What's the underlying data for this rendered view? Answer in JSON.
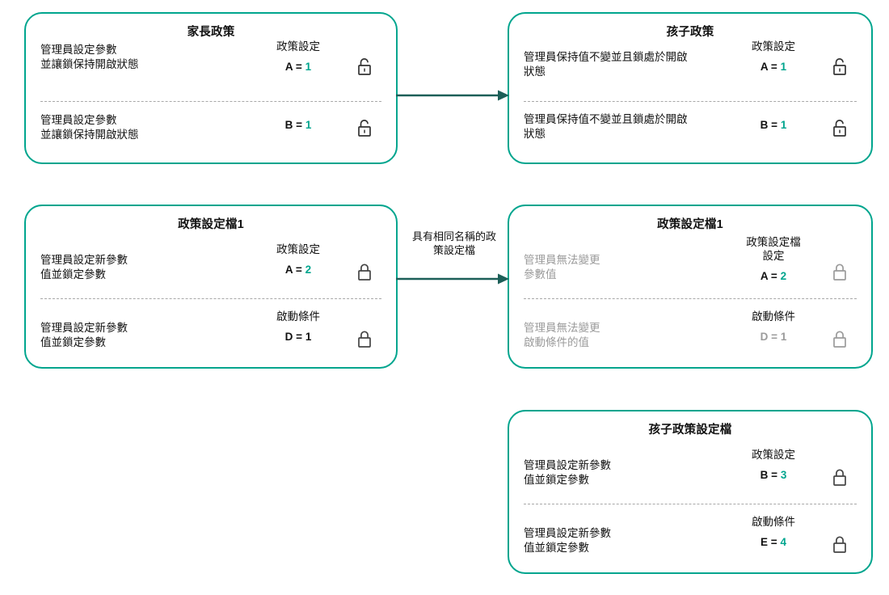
{
  "theme": {
    "card_border": "#00a58e",
    "accent_value": "#00a58e",
    "arrow": "#1c5f58",
    "muted_text": "#9b9b9b",
    "text": "#111111",
    "divider": "#a8a8a8"
  },
  "cards": [
    {
      "id": "parent-policy",
      "title": "家長政策",
      "rows": [
        {
          "description": "管理員設定參數\n並讓鎖保持開啟狀態",
          "group_label": "政策設定",
          "value_key": "A",
          "value_sep": " = ",
          "value_num": "1",
          "num_accent": false,
          "muted": false,
          "lock_icon": "unlocked-padlock-icon",
          "lock_state": "unlocked"
        },
        {
          "description": "管理員設定參數\n並讓鎖保持開啟狀態",
          "group_label": "",
          "value_key": "B",
          "value_sep": " = ",
          "value_num": "1",
          "num_accent": true,
          "muted": false,
          "lock_icon": "unlocked-padlock-icon",
          "lock_state": "unlocked"
        }
      ]
    },
    {
      "id": "child-policy",
      "title": "孩子政策",
      "rows": [
        {
          "description": "管理員保持值不變並且鎖處於開啟\n狀態",
          "group_label": "政策設定",
          "value_key": "A",
          "value_sep": " = ",
          "value_num": "1",
          "num_accent": false,
          "muted": false,
          "lock_icon": "unlocked-padlock-icon",
          "lock_state": "unlocked"
        },
        {
          "description": "管理員保持值不變並且鎖處於開啟\n狀態",
          "group_label": "",
          "value_key": "B",
          "value_sep": " = ",
          "value_num": "1",
          "num_accent": true,
          "muted": false,
          "lock_icon": "unlocked-padlock-icon",
          "lock_state": "unlocked"
        }
      ]
    },
    {
      "id": "policy-profile-1-left",
      "title": "政策設定檔1",
      "rows": [
        {
          "description": "管理員設定新參數\n值並鎖定參數",
          "group_label": "政策設定",
          "value_key": "A",
          "value_sep": " = ",
          "value_num": "2",
          "num_accent": true,
          "muted": false,
          "lock_icon": "locked-padlock-icon",
          "lock_state": "locked"
        },
        {
          "description": "管理員設定新參數\n值並鎖定參數",
          "group_label": "啟動條件",
          "value_key": "D",
          "value_sep": " = ",
          "value_num": "1",
          "num_accent": false,
          "muted": false,
          "lock_icon": "locked-padlock-icon",
          "lock_state": "locked"
        }
      ]
    },
    {
      "id": "policy-profile-1-right",
      "title": "政策設定檔1",
      "rows": [
        {
          "description": "管理員無法變更\n參數值",
          "group_label": "政策設定檔\n設定",
          "value_key": "A",
          "value_sep": " = ",
          "value_num": "2",
          "num_accent": true,
          "muted": false,
          "lock_icon": "locked-padlock-icon",
          "lock_state": "locked"
        },
        {
          "description": "管理員無法變更\n啟動條件的值",
          "group_label": "啟動條件",
          "value_key": "D",
          "value_sep": " = ",
          "value_num": "1",
          "num_accent": false,
          "muted": true,
          "lock_icon": "locked-padlock-icon",
          "lock_state": "locked"
        }
      ]
    },
    {
      "id": "child-policy-profile",
      "title": "孩子政策設定檔",
      "rows": [
        {
          "description": "管理員設定新參數\n值並鎖定參數",
          "group_label": "政策設定",
          "value_key": "B",
          "value_sep": " = ",
          "value_num": "3",
          "num_accent": true,
          "muted": false,
          "lock_icon": "locked-padlock-icon",
          "lock_state": "locked"
        },
        {
          "description": "管理員設定新參數\n值並鎖定參數",
          "group_label": "啟動條件",
          "value_key": "E",
          "value_sep": " = ",
          "value_num": "4",
          "num_accent": true,
          "muted": false,
          "lock_icon": "locked-padlock-icon",
          "lock_state": "locked"
        }
      ]
    }
  ],
  "connectors": [
    {
      "id": "arrow-top",
      "label": ""
    },
    {
      "id": "arrow-middle",
      "label": "具有相同名稱的政\n策設定檔"
    }
  ]
}
